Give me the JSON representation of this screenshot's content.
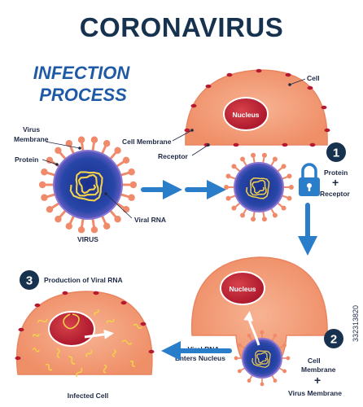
{
  "title": "CORONAVIRUS",
  "subtitle_line1": "INFECTION",
  "subtitle_line2": "PROCESS",
  "labels": {
    "virus_membrane_1": "Virus",
    "virus_membrane_2": "Membrane",
    "protein": "Protein",
    "viral_rna": "Viral RNA",
    "virus": "VIRUS",
    "cell": "Cell",
    "nucleus_top": "Nucleus",
    "cell_membrane": "Cell Membrane",
    "receptor": "Receptor",
    "nucleus_mid": "Nucleus",
    "viral_rna_enters_1": "Viral RNA",
    "viral_rna_enters_2": "Enters Nucleus",
    "infected_cell": "Infected Cell"
  },
  "steps": [
    {
      "number": "1",
      "line1": "Protein",
      "plus": "+",
      "line2": "Receptor"
    },
    {
      "number": "2",
      "line1": "Cell",
      "line1b": "Membrane",
      "plus": "+",
      "line2": "Virus Membrane"
    },
    {
      "number": "3",
      "line1": "Production of Viral RNA"
    }
  ],
  "watermark": "332313820",
  "colors": {
    "title": "#17324f",
    "subtitle": "#1f5aa6",
    "arrow": "#2a7dc9",
    "cell_fill": "#f5a47e",
    "cell_edge": "#e98560",
    "receptor": "#b5192f",
    "virus_core": "#1f3f9e",
    "virus_ring": "#7b63c7",
    "spike": "#f08a6a",
    "rna": "#f2d24a",
    "badge": "#17324f"
  }
}
